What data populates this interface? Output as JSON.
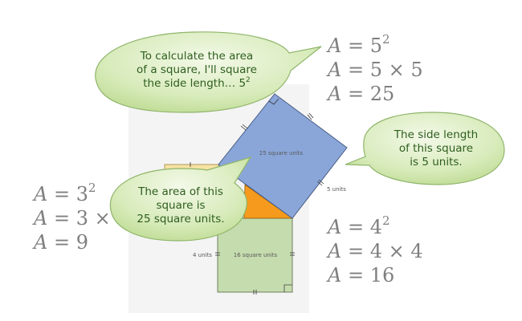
{
  "equations": {
    "big": {
      "var": "A",
      "lines": [
        {
          "base": "5",
          "exp": "2"
        },
        {
          "text": "5 × 5"
        },
        {
          "text": "25"
        }
      ]
    },
    "small": {
      "var": "A",
      "lines": [
        {
          "base": "3",
          "exp": "2"
        },
        {
          "text": "3 ×"
        },
        {
          "text": "9"
        }
      ]
    },
    "medium": {
      "var": "A",
      "lines": [
        {
          "base": "4",
          "exp": "2"
        },
        {
          "text": "4 × 4"
        },
        {
          "text": "16"
        }
      ]
    }
  },
  "bubbles": {
    "top": {
      "lines": [
        "To calculate the area",
        "of a square, I'll square",
        "the side length… "
      ],
      "exp_base": "5",
      "exp": "2"
    },
    "right": {
      "lines": [
        "The side length",
        "of this square",
        "is 5 units."
      ]
    },
    "left": {
      "lines": [
        "The area of this",
        "square is",
        "25 square units."
      ]
    }
  },
  "diagram": {
    "big_square_label": "25 square units",
    "medium_square_label": "16 square units",
    "side_label_5": "5 units",
    "side_label_4": "4 units"
  },
  "colors": {
    "big_square": "#8aa6d9",
    "medium_square": "#c5dcae",
    "small_square": "#f6e3a4",
    "triangle": "#f59a1c",
    "bubble_fill": "#dcedc0",
    "equation_text": "#7f7f7f"
  }
}
